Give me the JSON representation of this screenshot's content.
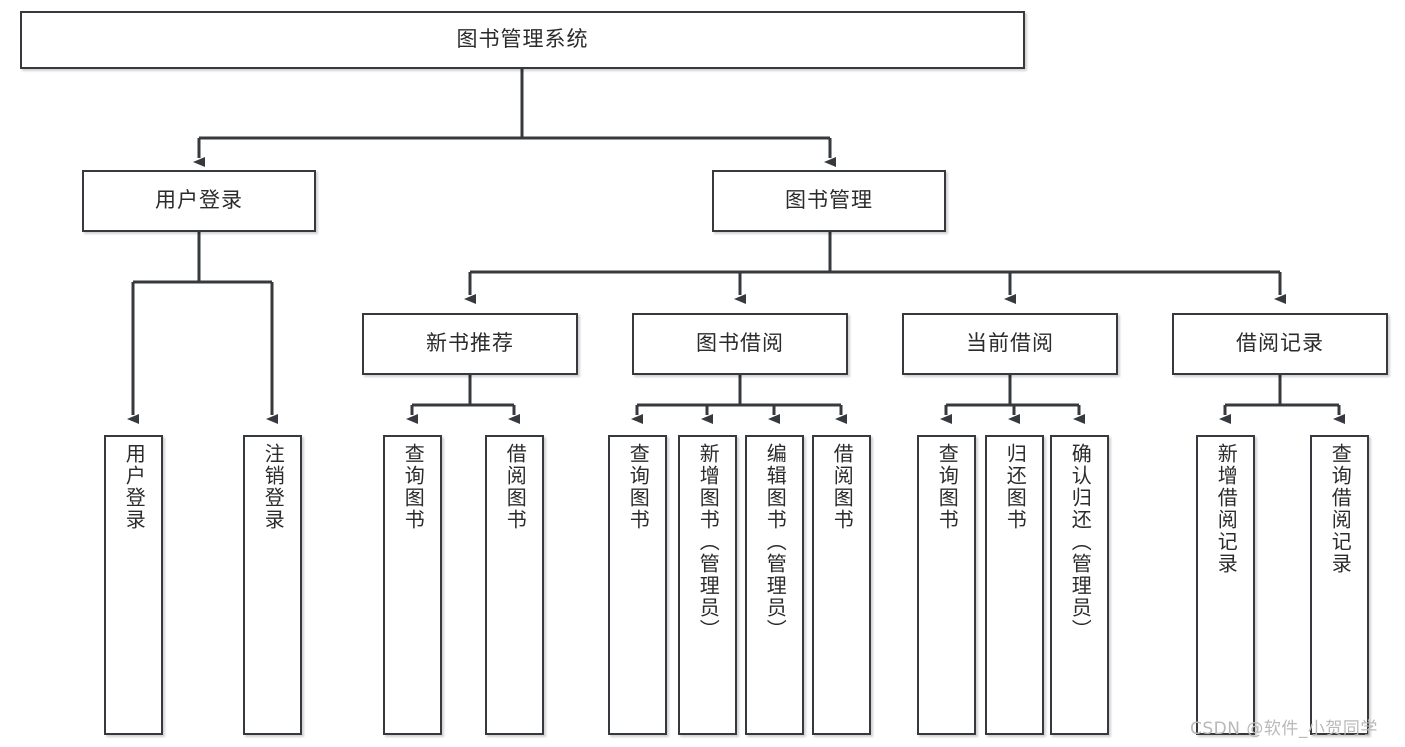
{
  "diagram": {
    "title": "图书管理系统",
    "type": "tree",
    "root": {
      "label": "图书管理系统"
    },
    "level2": [
      {
        "label": "用户登录"
      },
      {
        "label": "图书管理"
      }
    ],
    "level3": [
      {
        "label": "新书推荐"
      },
      {
        "label": "图书借阅"
      },
      {
        "label": "当前借阅"
      },
      {
        "label": "借阅记录"
      }
    ],
    "leaves": {
      "user_login": [
        {
          "label": "用户登录"
        },
        {
          "label": "注销登录"
        }
      ],
      "new_book_recommend": [
        {
          "label": "查询图书"
        },
        {
          "label": "借阅图书"
        }
      ],
      "book_borrow": [
        {
          "label": "查询图书"
        },
        {
          "label": "新增图书（管理员）"
        },
        {
          "label": "编辑图书（管理员）"
        },
        {
          "label": "借阅图书"
        }
      ],
      "current_borrow": [
        {
          "label": "查询图书"
        },
        {
          "label": "归还图书"
        },
        {
          "label": "确认归还（管理员）"
        }
      ],
      "borrow_record": [
        {
          "label": "新增借阅记录"
        },
        {
          "label": "查询借阅记录"
        }
      ]
    }
  },
  "watermark": {
    "text": "CSDN @软件_小贺同学"
  },
  "colors": {
    "stroke": "#36393d",
    "background": "#ffffff",
    "text": "#2b2b2b",
    "watermark": "#b9b9b9"
  }
}
